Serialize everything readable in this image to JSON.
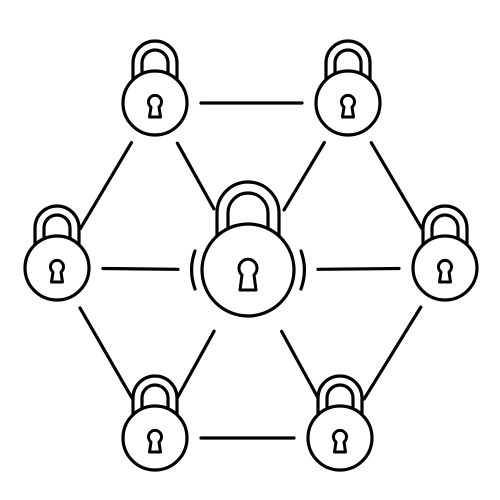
{
  "diagram": {
    "colors": {
      "line": "#000000",
      "background": "#ffffff"
    },
    "icon": "padlock-icon",
    "center_icon": "central-padlock-with-signal-arcs-icon",
    "nodes": [
      {
        "id": "top-left",
        "icon": "padlock-icon"
      },
      {
        "id": "top-right",
        "icon": "padlock-icon"
      },
      {
        "id": "left",
        "icon": "padlock-icon"
      },
      {
        "id": "center",
        "icon": "padlock-icon"
      },
      {
        "id": "right",
        "icon": "padlock-icon"
      },
      {
        "id": "bottom-left",
        "icon": "padlock-icon"
      },
      {
        "id": "bottom-right",
        "icon": "padlock-icon"
      }
    ],
    "edges": [
      [
        "top-left",
        "top-right"
      ],
      [
        "top-left",
        "left"
      ],
      [
        "top-left",
        "center"
      ],
      [
        "top-right",
        "center"
      ],
      [
        "top-right",
        "right"
      ],
      [
        "left",
        "center"
      ],
      [
        "right",
        "center"
      ],
      [
        "left",
        "bottom-left"
      ],
      [
        "right",
        "bottom-right"
      ],
      [
        "center",
        "bottom-left"
      ],
      [
        "center",
        "bottom-right"
      ],
      [
        "bottom-left",
        "bottom-right"
      ]
    ]
  }
}
